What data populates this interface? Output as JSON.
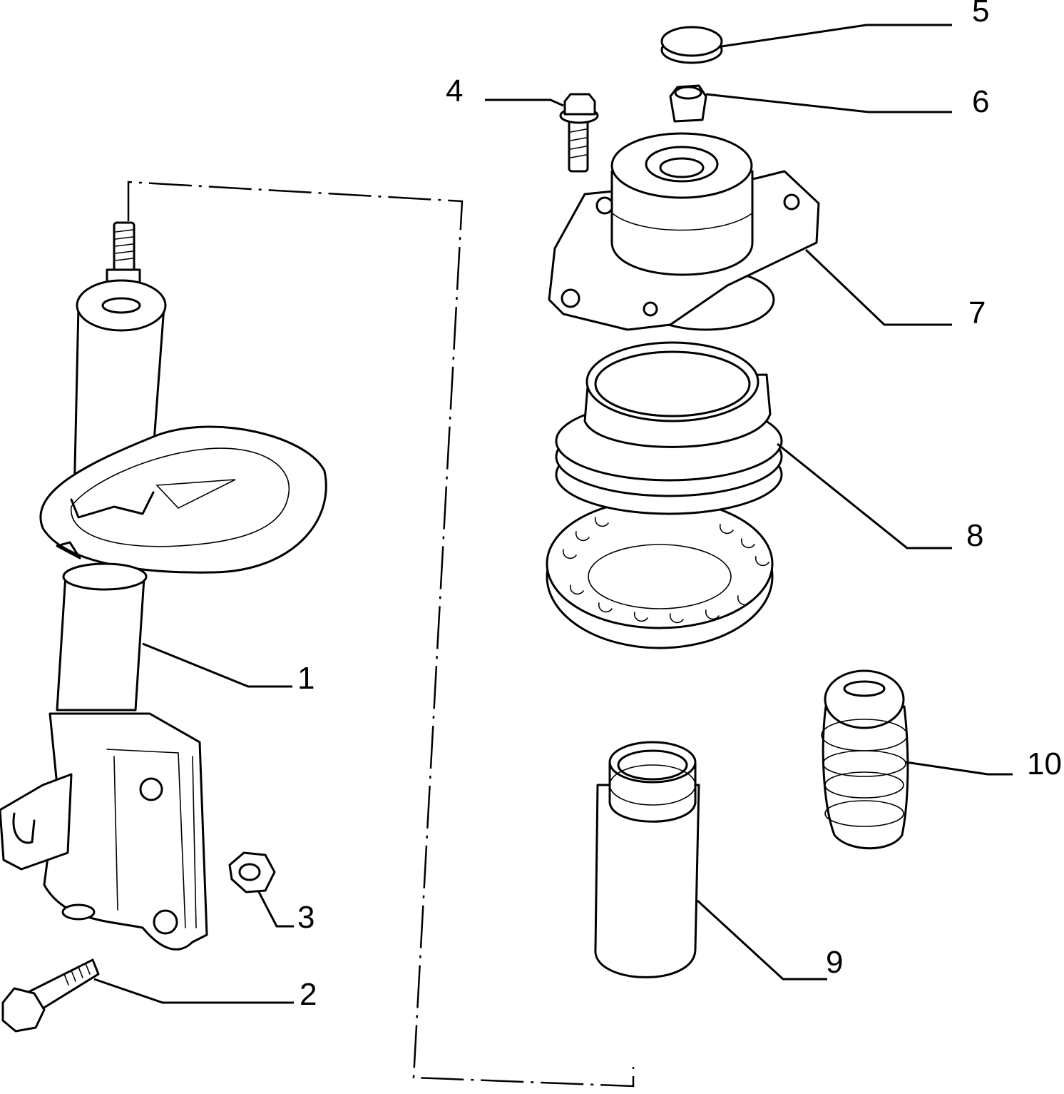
{
  "diagram": {
    "callouts": [
      {
        "key": "c1",
        "label": "1"
      },
      {
        "key": "c2",
        "label": "2"
      },
      {
        "key": "c3",
        "label": "3"
      },
      {
        "key": "c4",
        "label": "4"
      },
      {
        "key": "c5",
        "label": "5"
      },
      {
        "key": "c6",
        "label": "6"
      },
      {
        "key": "c7",
        "label": "7"
      },
      {
        "key": "c8",
        "label": "8"
      },
      {
        "key": "c9",
        "label": "9"
      },
      {
        "key": "c10",
        "label": "10"
      }
    ]
  }
}
